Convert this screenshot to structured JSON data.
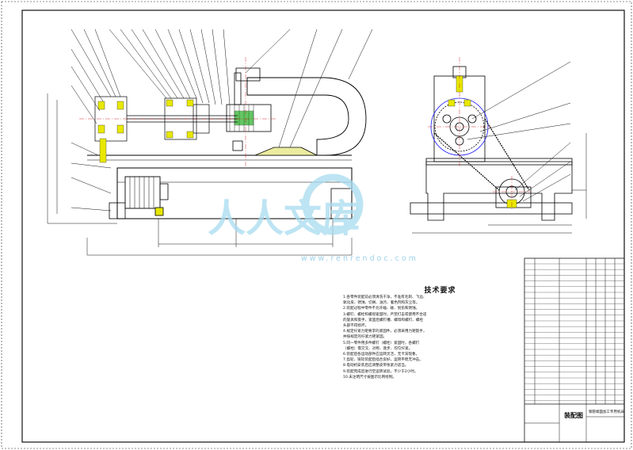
{
  "drawing": {
    "technical_requirements_title": "技术要求",
    "technical_requirements": [
      "1.各零件装配前必须清洗干净，不准有毛刺、飞边、",
      "  氧化皮、锈蚀、切屑、油污、着色剂和灰尘等。",
      "2.装配过程中零件不允许磕、碰、划伤和锈蚀。",
      "3.螺钉、螺栓和螺母紧固时，严禁打击或使用不合适",
      "  的旋具和扳手，紧固后螺钉槽、螺母和螺钉、螺栓",
      "  头部不得损坏。",
      "4.规定拧紧力矩要求的紧固件，必须采用力矩扳手，",
      "  并按规定的拧紧力矩紧固。",
      "5.同一零件用多件螺钉（螺栓）紧固时，各螺钉",
      "  （螺栓）需交叉、对称、逐步、均匀拧紧。",
      "6.装配后各运动部件应运转灵活，无卡滞现象。",
      "7.齿轮、链轮装配后啮合良好，运转平稳无冲击。",
      "8.电动机安装后应调整皮带张紧力适当。",
      "9.装配完成后进行空运转试验，不少于2小时。",
      "10.未注明尺寸按图示比例绘制。"
    ],
    "title_block": {
      "name": "装配图",
      "notes": [
        "钢管端面加工专用机床"
      ]
    },
    "watermark_text": "人人文库",
    "watermark_url": "www.renrendoc.com"
  }
}
